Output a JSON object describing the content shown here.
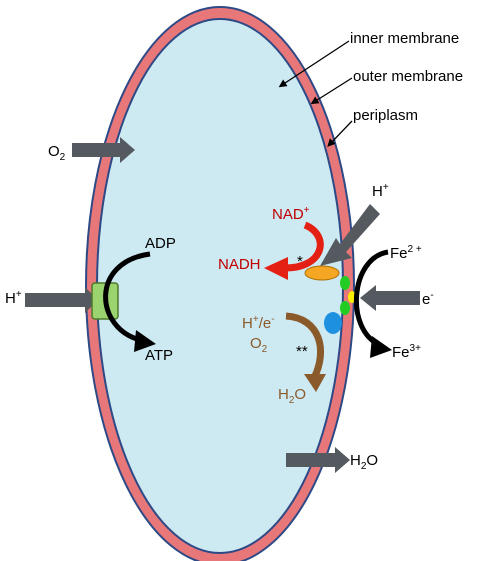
{
  "labels": {
    "inner_membrane": "inner membrane",
    "outer_membrane": "outer membrane",
    "periplasm": "periplasm",
    "o2_in": "O",
    "o2_in_sub": "2",
    "h_plus_left": "H",
    "h_plus_left_sup": "+",
    "adp": "ADP",
    "atp": "ATP",
    "nad_plus": "NAD",
    "nad_plus_sup": "+",
    "nadh": "NADH",
    "star_single": "*",
    "h_plus_top": "H",
    "h_plus_top_sup": "+",
    "fe2": "Fe",
    "fe2_sup": "2 +",
    "e_minus": "e",
    "e_minus_sup": "-",
    "fe3": "Fe",
    "fe3_sup": "3+",
    "h_e": "H",
    "h_e_sup1": "+",
    "h_e_mid": "/e",
    "h_e_sup2": "-",
    "o2_inner": "O",
    "o2_inner_sub": "2",
    "star_double": "**",
    "h2o_inner": "H",
    "h2o_inner_sub": "2",
    "h2o_inner_tail": "O",
    "h2o_out": "H",
    "h2o_out_sub": "2",
    "h2o_out_tail": "O"
  },
  "colors": {
    "outer_membrane": "#e8777a",
    "membrane_outline": "#2e4a86",
    "cytoplasm": "#cde9f2",
    "arrow_gray": "#555a60",
    "red_arrow": "#e41f14",
    "brown_arrow": "#8b5a2b",
    "atp_synthase": "#9bd46f",
    "complex_orange": "#f5a623",
    "complex_blue": "#1e90e0",
    "complex_green": "#22cc22",
    "complex_yellow": "#ffee00"
  }
}
